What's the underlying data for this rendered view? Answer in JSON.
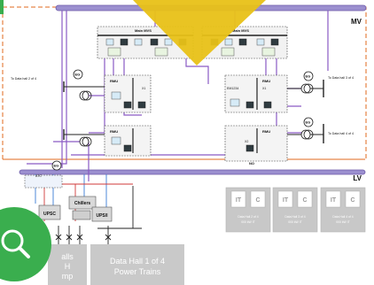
{
  "labels": {
    "mv_bus": "MV",
    "lv_bus": "LV",
    "main_mvs_a": "Main MVS",
    "main_mvs_b": "Main MVS",
    "rmu": "RMU",
    "eg": "EG",
    "x1": "X1",
    "x2": "X2",
    "em": "EM1234",
    "no": "NO",
    "ats": "ATC",
    "upsc": "UPSC",
    "chillers": "Chillers",
    "upsn": "UPS/I",
    "to_hall_2": "To Data hall 2 of 4",
    "to_hall_3": "To Data hall 3 of 4",
    "to_hall_4": "To Data hall 4 of 4"
  },
  "data_halls": [
    {
      "it": "IT",
      "c": "C",
      "caption_1": "Data Hall 2 of 4",
      "caption_2": "000 kW IT"
    },
    {
      "it": "IT",
      "c": "C",
      "caption_1": "Data Hall 3 of 4",
      "caption_2": "000 kW IT"
    },
    {
      "it": "IT",
      "c": "C",
      "caption_1": "Data Hall 4 of 4",
      "caption_2": "000 kW IT"
    }
  ],
  "bottom_boxes": {
    "left_line_1": "alls",
    "left_line_2": "H",
    "left_line_3": "mp",
    "right_line_1": "Data Hall 1 of 4",
    "right_line_2": "Power Trains"
  },
  "icons": {
    "magnifier": "search-icon",
    "arrow": "triangle-down-icon"
  },
  "colors": {
    "bus_purple": "#7e6bb4",
    "cable_purple": "#8a5ac4",
    "zone_orange": "#e06a1e",
    "yellow_banner": "#e8c117",
    "search_green": "#3aae4e",
    "hall_grey": "#c8c8c8"
  }
}
